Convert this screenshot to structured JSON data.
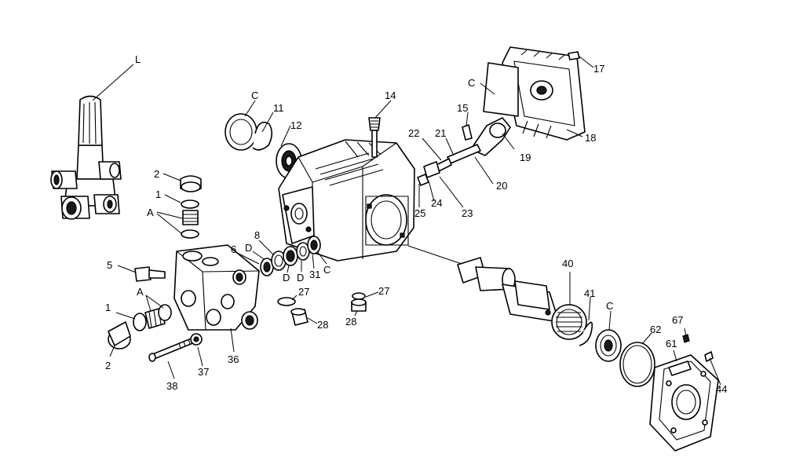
{
  "diagram": {
    "colors": {
      "line": "#000000",
      "background": "#ffffff",
      "shade": "#1a1a1a"
    },
    "labels": {
      "L": "L",
      "c_top": "C",
      "n11": "11",
      "n12": "12",
      "n14": "14",
      "c_cover": "C",
      "n17": "17",
      "n18": "18",
      "n15": "15",
      "n22": "22",
      "n21": "21",
      "n19": "19",
      "n20": "20",
      "n25": "25",
      "n24": "24",
      "n23": "23",
      "n2_top": "2",
      "n1_top": "1",
      "a_top": "A",
      "n5": "5",
      "n6": "6",
      "n8": "8",
      "d1": "D",
      "d2": "D",
      "d3": "D",
      "n31": "31",
      "c_seal": "C",
      "a_low": "A",
      "n1_low": "1",
      "n2_low": "2",
      "n27a": "27",
      "n27b": "27",
      "n28a": "28",
      "n28b": "28",
      "n37": "37",
      "n36": "36",
      "n38": "38",
      "n40": "40",
      "n41": "41",
      "c_right": "C",
      "n62": "62",
      "n61": "61",
      "n67": "67",
      "n44": "44"
    }
  }
}
